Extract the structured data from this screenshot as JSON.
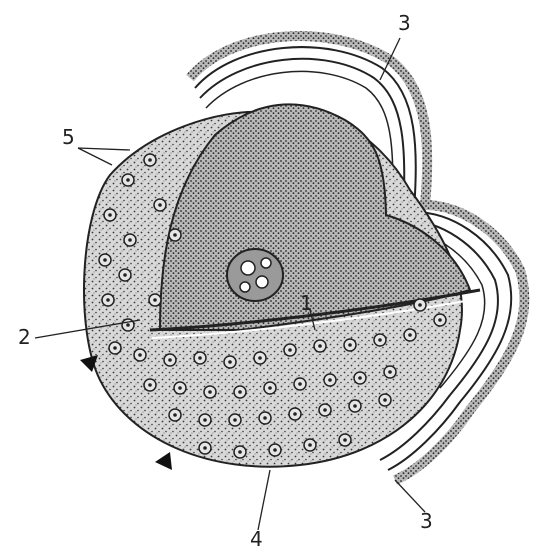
{
  "diagram": {
    "labels": {
      "label_1": "1",
      "label_2": "2",
      "label_3_top": "3",
      "label_3_bottom": "3",
      "label_4": "4",
      "label_5": "5"
    },
    "colors": {
      "ink": "#222222",
      "stipple_dark": "#3a3a3a",
      "paper": "#ffffff"
    }
  }
}
